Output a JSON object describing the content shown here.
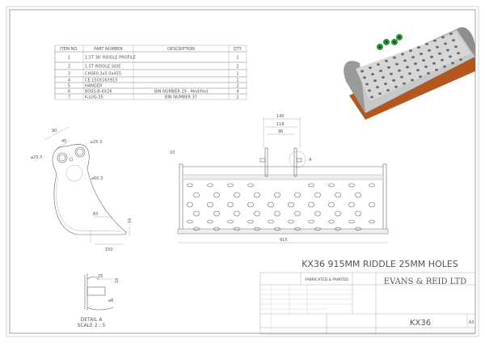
{
  "bom": {
    "headers": [
      "ITEM NO.",
      "PART NUMBER",
      "DESCRIPTION",
      "QTY."
    ],
    "rows": [
      [
        "1",
        "1.5T 36' RIDDLE PROFILE",
        "",
        "1"
      ],
      [
        "2",
        "1.5T RIDDLE SIDE",
        "",
        "2"
      ],
      [
        "3",
        "CHS60.3x5.0x455",
        "",
        "1"
      ],
      [
        "4",
        "CE 150X16X915",
        "",
        "1"
      ],
      [
        "5",
        "HANGER",
        "",
        "2"
      ],
      [
        "6",
        "BOSS-B-KX26",
        "BIN NUMBER 29 - Modified",
        "4"
      ],
      [
        "7",
        "K-LUG-35",
        "BIN NUMBER 37",
        "2"
      ]
    ]
  },
  "side_view": {
    "dims": [
      "90",
      "45",
      "⌀25.3",
      "⌀25.3",
      "⌀60.3",
      "83",
      "16",
      "150"
    ]
  },
  "front_view": {
    "dims": [
      "140",
      "116",
      "96",
      "10",
      "915"
    ],
    "detail_callout": "A"
  },
  "detail": {
    "dims": [
      "25",
      "16",
      "⌀8"
    ],
    "title": "DETAIL A",
    "scale": "SCALE 2 : 5"
  },
  "title_block": {
    "drawing_title": "KX36 915MM RIDDLE 25MM HOLES",
    "finish": "FABRICATED & PAINTED",
    "company": "EVANS & REID LTD",
    "dwg_no": "KX36",
    "size": "A3"
  },
  "colors": {
    "bucket_edge": "#b5561e",
    "bosses": "#2a9a3a",
    "steel": "#a8a8a8"
  }
}
